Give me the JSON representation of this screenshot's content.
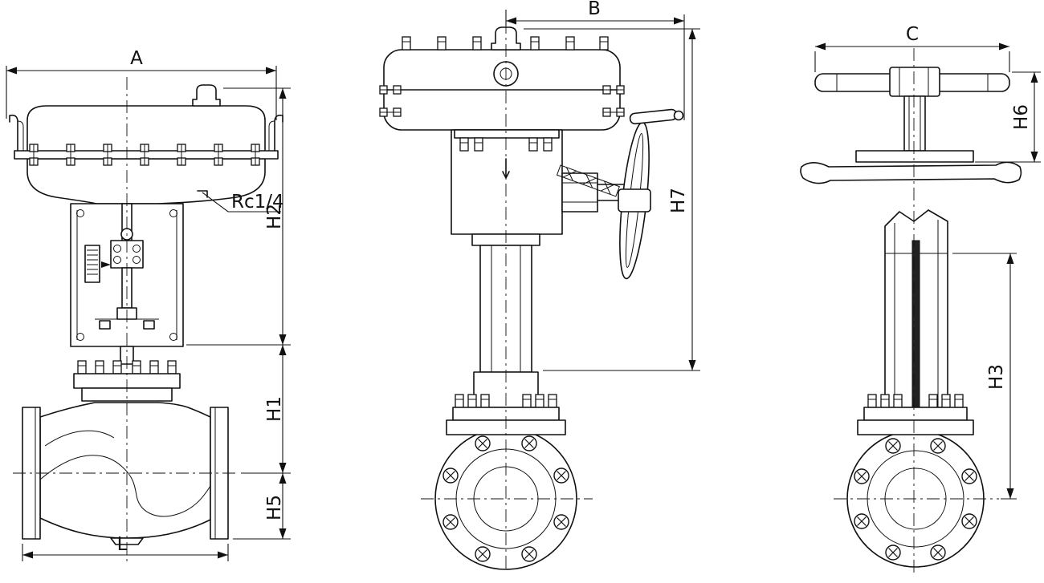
{
  "drawing": {
    "front_view": {
      "dim_a": "A",
      "dim_h2": "H2",
      "dim_h1": "H1",
      "dim_h5": "H5",
      "dim_l": "L",
      "port_label": "Rc1/4"
    },
    "side_view": {
      "dim_b": "B",
      "dim_h7": "H7"
    },
    "rear_view": {
      "dim_c": "C",
      "dim_h6": "H6",
      "dim_h3": "H3"
    },
    "colors": {
      "line": "#111111",
      "background": "#ffffff"
    }
  }
}
